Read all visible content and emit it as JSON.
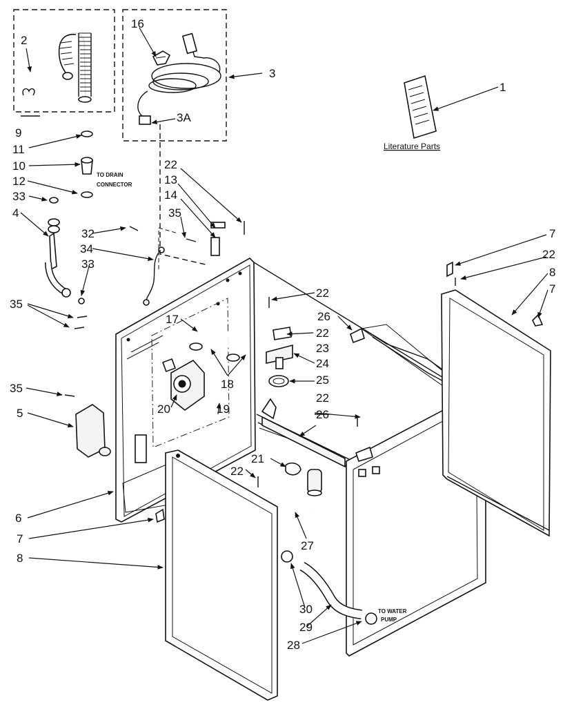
{
  "callouts": {
    "c1": "1",
    "c2": "2",
    "c3": "3",
    "c3a": "3A",
    "c4": "4",
    "c5": "5",
    "c6": "6",
    "c7a": "7",
    "c7b": "7",
    "c7c": "7",
    "c8a": "8",
    "c8b": "8",
    "c9": "9",
    "c10": "10",
    "c11": "11",
    "c12": "12",
    "c13": "13",
    "c14": "14",
    "c16": "16",
    "c17": "17",
    "c18": "18",
    "c19": "19",
    "c20": "20",
    "c21": "21",
    "c22a": "22",
    "c22b": "22",
    "c22c": "22",
    "c22d": "22",
    "c22e": "22",
    "c23": "23",
    "c24": "24",
    "c25": "25",
    "c26a": "26",
    "c26b": "26",
    "c27": "27",
    "c28": "28",
    "c29": "29",
    "c30": "30",
    "c32": "32",
    "c33a": "33",
    "c33b": "33",
    "c34": "34",
    "c35a": "35",
    "c35b": "35",
    "c35c": "35"
  },
  "notes": {
    "drain_line1": "TO DRAIN",
    "drain_line2": "CONNECTOR",
    "pump_line1": "TO WATER",
    "pump_line2": "PUMP",
    "literature": "Literature Parts"
  }
}
